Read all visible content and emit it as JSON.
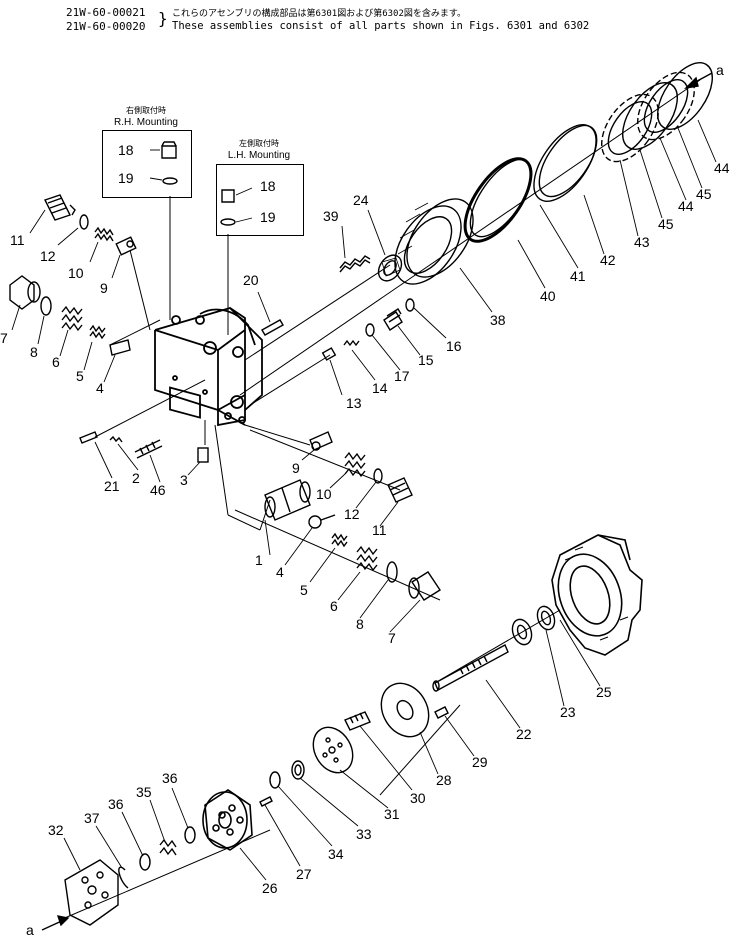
{
  "header": {
    "serial_1": "21W-60-00021",
    "serial_2": "21W-60-00020",
    "note_jp": "これらのアセンブリの構成部品は第6301図および第6302図を含みます。",
    "note_en": "These assemblies consist of all parts shown in Figs. 6301 and 6302"
  },
  "mounting": {
    "rh_jp": "右側取付時",
    "rh_en": "R.H. Mounting",
    "lh_jp": "左側取付時",
    "lh_en": "L.H. Mounting"
  },
  "callouts": {
    "p1": "1",
    "p2": "2",
    "p3": "3",
    "p4a": "4",
    "p4b": "4",
    "p5a": "5",
    "p5b": "5",
    "p6a": "6",
    "p6b": "6",
    "p7a": "7",
    "p7b": "7",
    "p8a": "8",
    "p8b": "8",
    "p9a": "9",
    "p9b": "9",
    "p10a": "10",
    "p10b": "10",
    "p11a": "11",
    "p11b": "11",
    "p12a": "12",
    "p12b": "12",
    "p13": "13",
    "p14": "14",
    "p15": "15",
    "p16": "16",
    "p17": "17",
    "p18a": "18",
    "p18b": "18",
    "p19a": "19",
    "p19b": "19",
    "p20": "20",
    "p21": "21",
    "p22": "22",
    "p23": "23",
    "p24": "24",
    "p25": "25",
    "p26": "26",
    "p27": "27",
    "p28": "28",
    "p29": "29",
    "p30": "30",
    "p31": "31",
    "p32": "32",
    "p33": "33",
    "p34": "34",
    "p35": "35",
    "p36a": "36",
    "p36b": "36",
    "p37": "37",
    "p38": "38",
    "p39": "39",
    "p40": "40",
    "p41": "41",
    "p42": "42",
    "p43": "43",
    "p44a": "44",
    "p44b": "44",
    "p45a": "45",
    "p45b": "45",
    "p46": "46",
    "a_top": "a",
    "a_bottom": "a"
  }
}
